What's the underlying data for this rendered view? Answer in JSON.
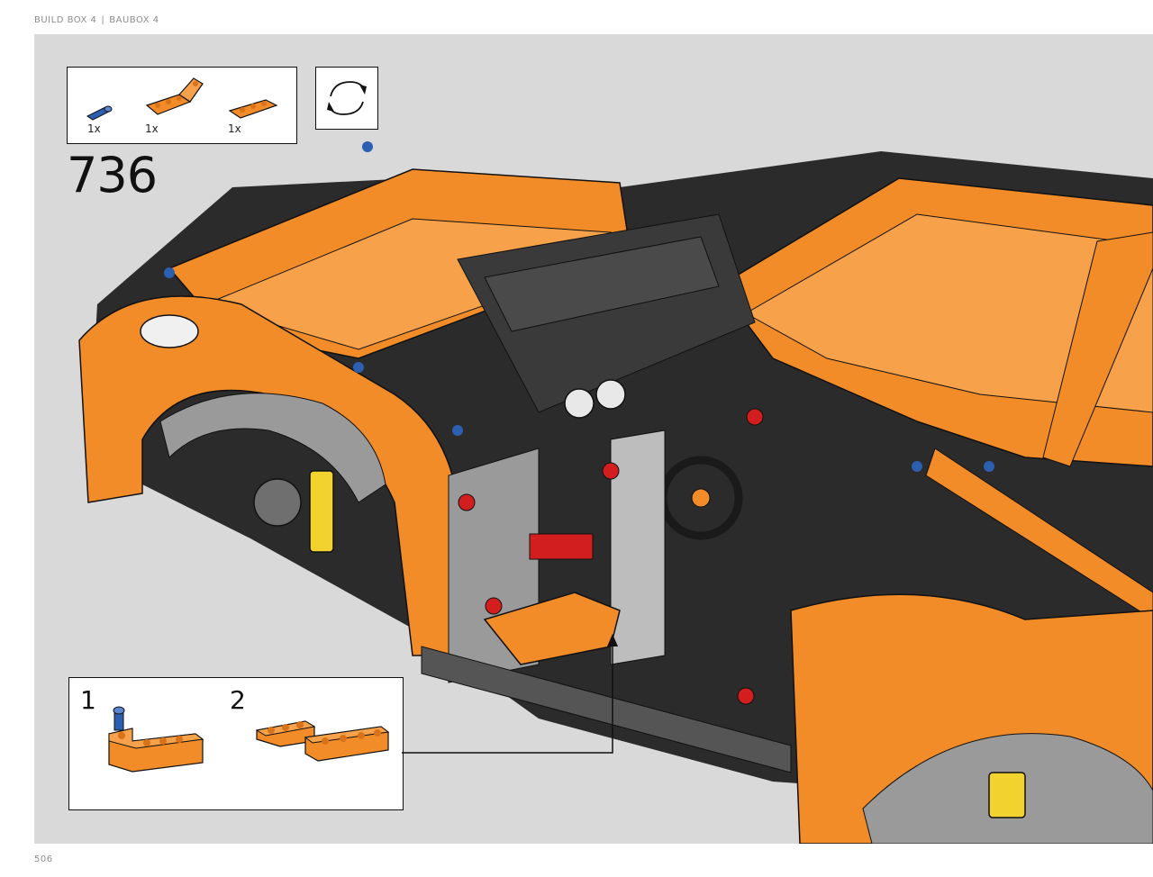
{
  "header": {
    "left": "BUILD BOX 4",
    "separator": "|",
    "right": "BAUBOX 4"
  },
  "parts_list": [
    {
      "icon": "blue-axle-pin-icon",
      "quantity": "1x",
      "color": "#2d5fb0"
    },
    {
      "icon": "orange-angled-beam-icon",
      "quantity": "1x",
      "color": "#f28c28"
    },
    {
      "icon": "orange-short-beam-icon",
      "quantity": "1x",
      "color": "#f28c28"
    }
  ],
  "rotate_indicator": {
    "icon": "rotate-model-icon"
  },
  "step": {
    "number": "736"
  },
  "sub_steps": [
    {
      "number": "1",
      "icon": "sub-step-1-assembly-icon"
    },
    {
      "number": "2",
      "icon": "sub-step-2-assembly-icon"
    }
  ],
  "page_number": "506",
  "colors": {
    "background": "#ffffff",
    "stage": "#d9d9d9",
    "orange": "#f28c28",
    "black_parts": "#2b2b2b",
    "grey_parts": "#9a9a9a",
    "blue_pin": "#2d5fb0",
    "red_pin": "#d21e1e",
    "yellow_caliper": "#f2d22e"
  }
}
